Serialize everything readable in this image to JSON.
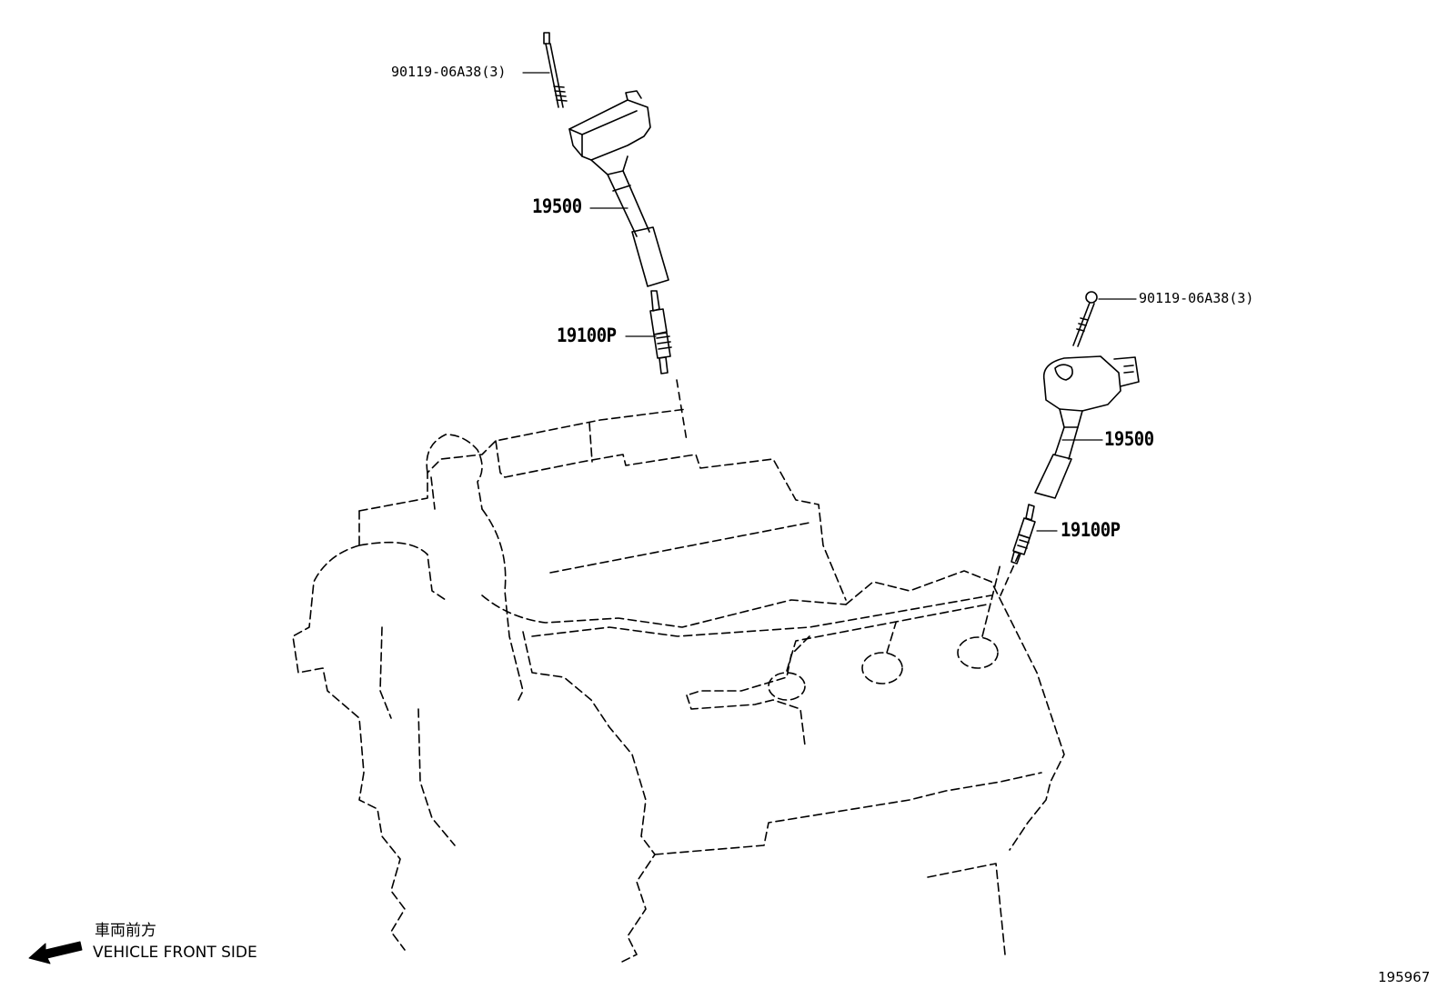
{
  "callouts": {
    "bolt_left": "90119-06A38(3)",
    "coil_left": "19500",
    "plug_left": "19100P",
    "bolt_right": "90119-06A38(3)",
    "coil_right": "19500",
    "plug_right": "19100P"
  },
  "orientation": {
    "jp": "車両前方",
    "en": "VEHICLE FRONT SIDE",
    "arrow_icon": "arrow-left-down-icon"
  },
  "figure_id": "195967",
  "colors": {
    "line": "#000000",
    "background": "#ffffff"
  }
}
